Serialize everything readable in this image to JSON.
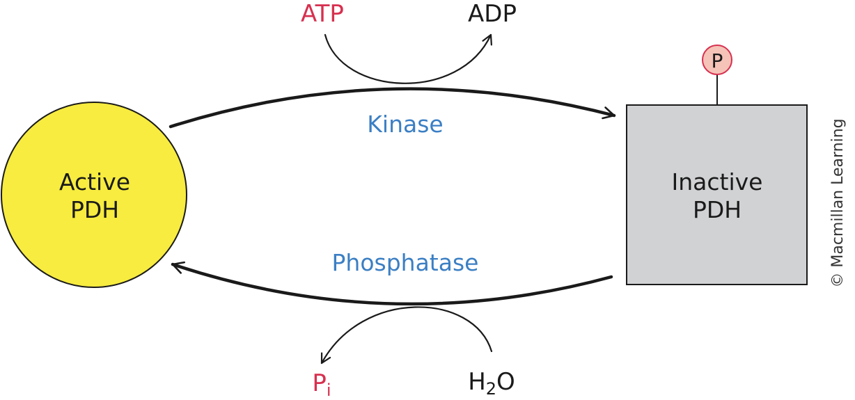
{
  "colors": {
    "active_fill": "#f7ec3f",
    "inactive_fill": "#d1d2d4",
    "phosphate_fill": "#f5c3b8",
    "phosphate_stroke": "#d7304f",
    "enzyme_label": "#3b7fc4",
    "consumed_molecule": "#d7304f",
    "produced_molecule": "#1a1a1a",
    "arrow": "#1a1a1a"
  },
  "nodes": {
    "active": {
      "line1": "Active",
      "line2": "PDH",
      "shape": "circle"
    },
    "inactive": {
      "line1": "Inactive",
      "line2": "PDH",
      "shape": "square"
    }
  },
  "phosphate_tag": {
    "label": "P"
  },
  "enzymes": {
    "kinase": "Kinase",
    "phosphatase": "Phosphatase"
  },
  "molecules": {
    "atp": "ATP",
    "adp": "ADP",
    "pi_base": "P",
    "pi_sub": "i",
    "h2o_h": "H",
    "h2o_sub": "2",
    "h2o_o": "O"
  },
  "copyright": "© Macmillan Learning"
}
